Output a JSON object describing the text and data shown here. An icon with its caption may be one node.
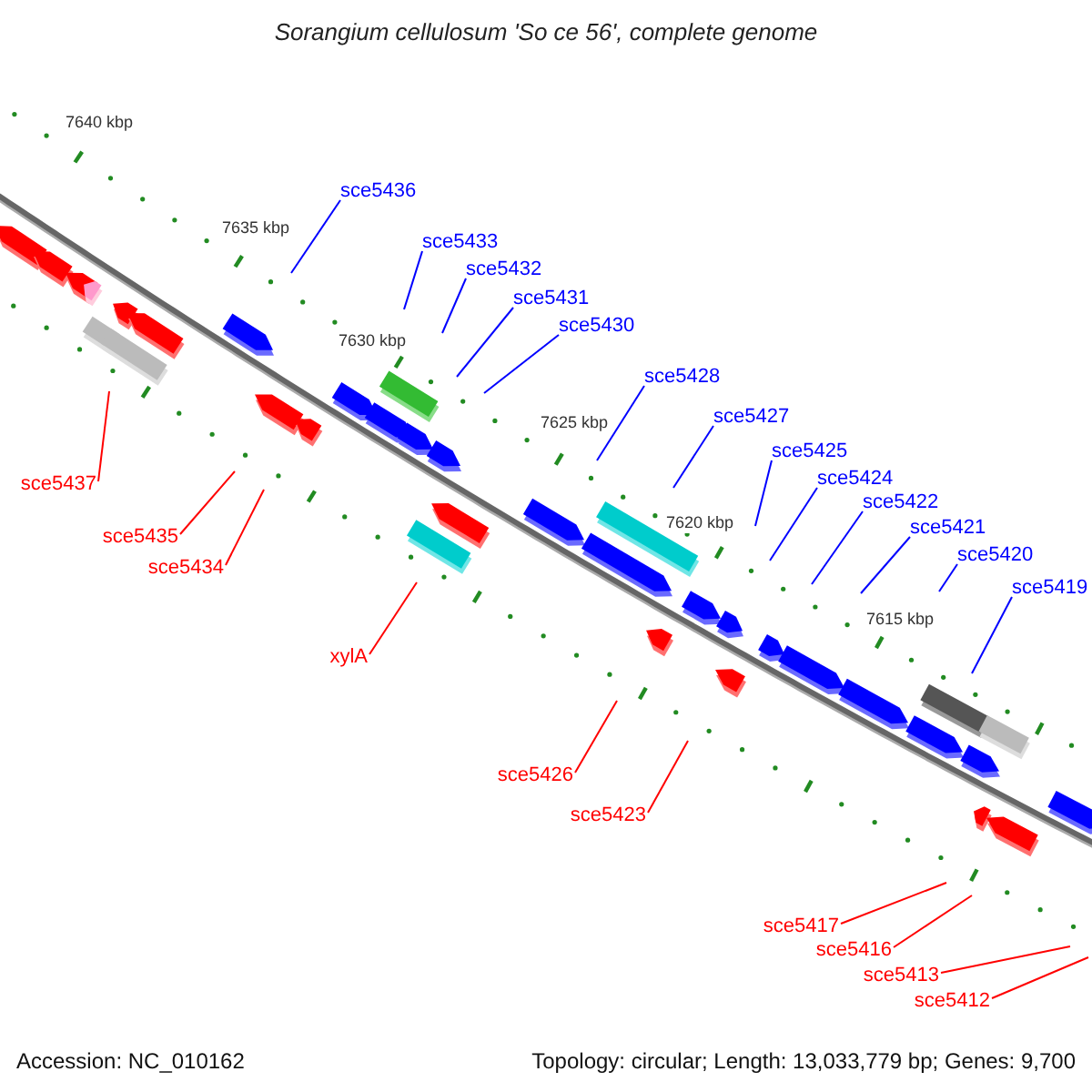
{
  "diagram": {
    "title": "Sorangium cellulosum 'So ce 56', complete genome",
    "nodes": [
      {
        "text": [
          "sce5436"
        ]
      },
      {
        "text": [
          "sce5433"
        ]
      },
      {
        "text": [
          "sce5432"
        ]
      },
      {
        "text": [
          "sce5431"
        ]
      },
      {
        "text": [
          "sce5430"
        ]
      },
      {
        "text": [
          "sce5428"
        ]
      },
      {
        "text": [
          "sce5427"
        ]
      },
      {
        "text": [
          "sce5425"
        ]
      },
      {
        "text": [
          "sce5424"
        ]
      },
      {
        "text": [
          "sce5437"
        ]
      },
      {
        "text": [
          "sce5422"
        ]
      },
      {
        "text": [
          "sce5421"
        ]
      },
      {
        "text": [
          "sce5435"
        ]
      },
      {
        "text": [
          "sce5420"
        ]
      },
      {
        "text": [
          "sce5434"
        ]
      },
      {
        "text": [
          "sce5419"
        ]
      },
      {
        "text": [
          "xylA"
        ]
      },
      {
        "text": [
          "sce5426"
        ]
      },
      {
        "text": [
          "sce5423"
        ]
      },
      {
        "text": [
          "sce5417"
        ]
      },
      {
        "text": [
          "sce5416"
        ]
      },
      {
        "text": [
          "sce5413"
        ]
      },
      {
        "text": [
          "sce5412"
        ]
      }
    ],
    "edges": [
      {
        "from": 0,
        "to": null,
        "arrow": "none"
      },
      {
        "from": 1,
        "to": null,
        "arrow": "none"
      },
      {
        "from": 2,
        "to": null,
        "arrow": "none"
      },
      {
        "from": 3,
        "to": null,
        "arrow": "none"
      },
      {
        "from": 4,
        "to": null,
        "arrow": "none"
      },
      {
        "from": 5,
        "to": null,
        "arrow": "none"
      },
      {
        "from": 6,
        "to": null,
        "arrow": "none"
      },
      {
        "from": 7,
        "to": null,
        "arrow": "none"
      },
      {
        "from": 8,
        "to": null,
        "arrow": "none"
      },
      {
        "from": 9,
        "to": null,
        "arrow": "none",
        "color": "#ff0000"
      },
      {
        "from": 10,
        "to": null,
        "arrow": "none"
      },
      {
        "from": 11,
        "to": null,
        "arrow": "none"
      },
      {
        "from": 12,
        "to": null,
        "arrow": "none",
        "color": "#ff0000"
      },
      {
        "from": 13,
        "to": null,
        "arrow": "none"
      },
      {
        "from": 14,
        "to": null,
        "arrow": "none",
        "color": "#ff0000"
      },
      {
        "from": 15,
        "to": null,
        "arrow": "none"
      },
      {
        "from": 16,
        "to": null,
        "arrow": "none",
        "color": "#ff0000"
      },
      {
        "from": 17,
        "to": null,
        "arrow": "none",
        "color": "#ff0000"
      },
      {
        "from": 18,
        "to": null,
        "arrow": "none",
        "color": "#ff0000"
      },
      {
        "from": 19,
        "to": null,
        "arrow": "none",
        "color": "#ff0000"
      },
      {
        "from": 20,
        "to": null,
        "arrow": "none",
        "color": "#ff0000"
      },
      {
        "from": 21,
        "to": null,
        "arrow": "none",
        "color": "#ff0000"
      },
      {
        "from": 22,
        "to": null,
        "arrow": "none",
        "color": "#ff0000"
      }
    ],
    "labels": [
      "7640 kbp",
      "7635 kbp",
      "7630 kbp",
      "7625 kbp",
      "7620 kbp",
      "7615 kbp",
      "Accession: NC_010162",
      "Topology: circular; Length: 13,033,779 bp; Genes: 9,700"
    ]
  }
}
